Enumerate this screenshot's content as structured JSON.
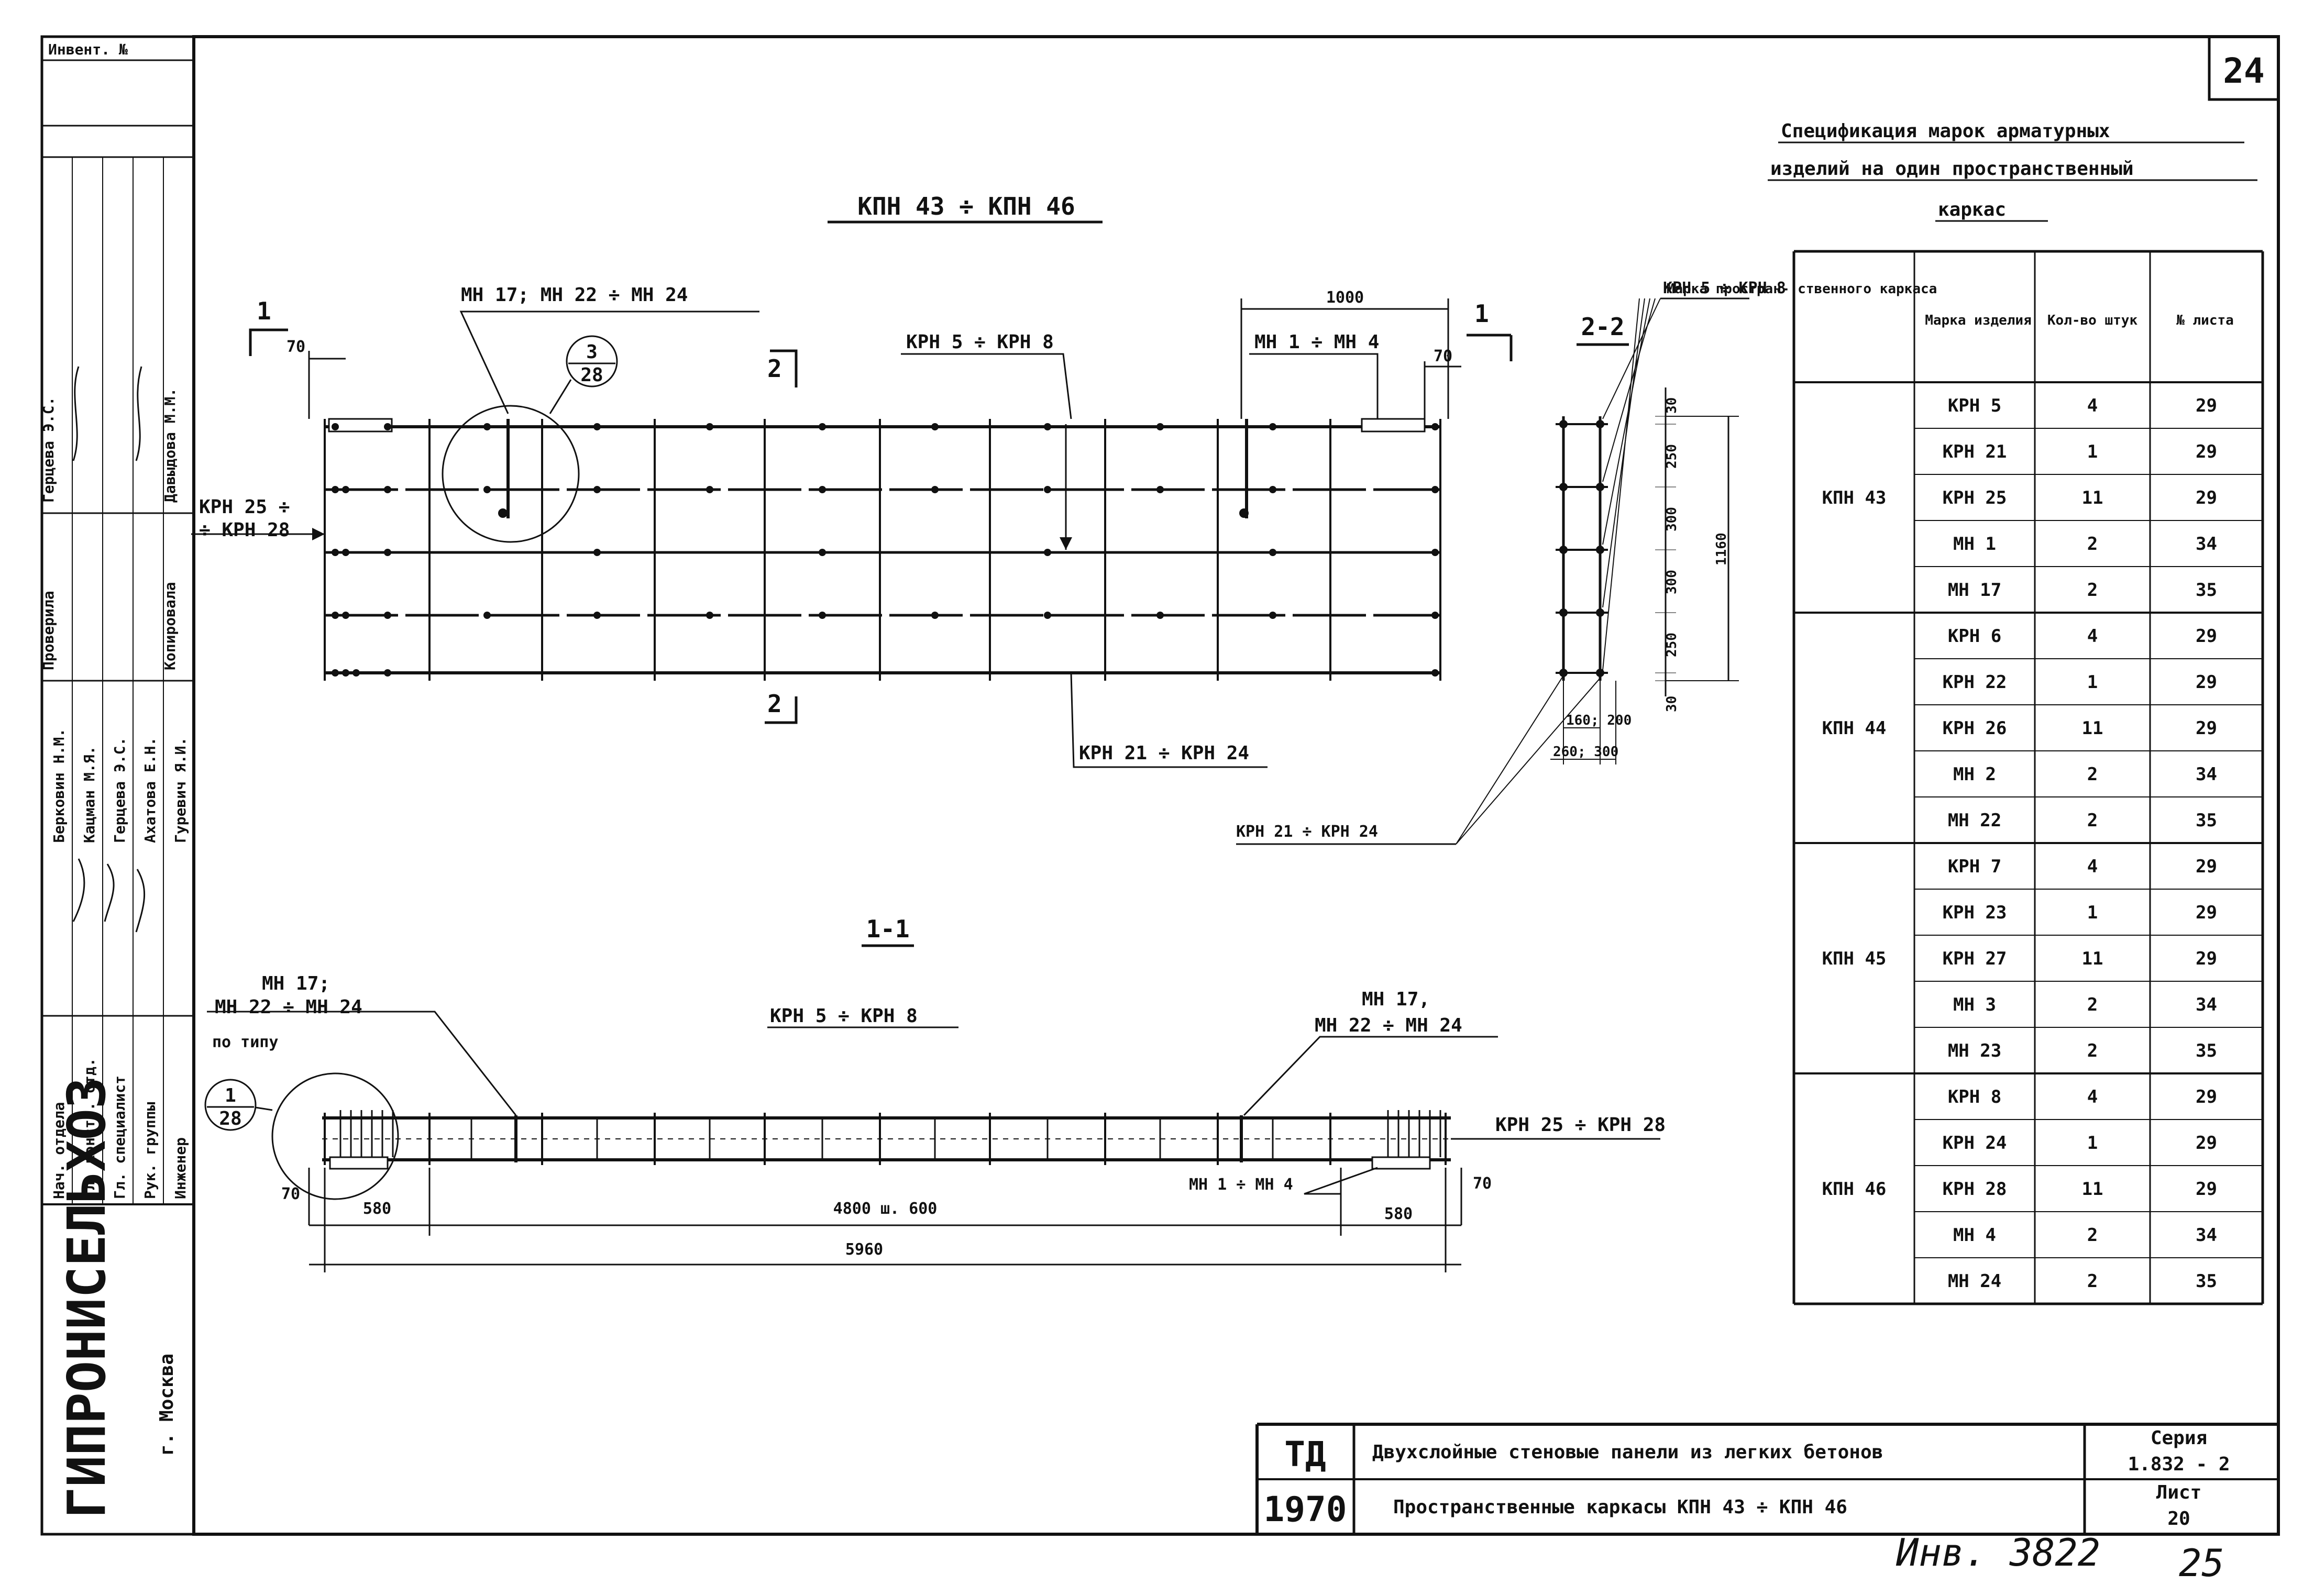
{
  "sheet_number": "24",
  "spec_table": {
    "title_lines": [
      "Спецификация марок арматурных",
      "изделий на один пространственный",
      "каркас"
    ],
    "headers": [
      "Марка простран- ственного каркаса",
      "Марка изделия",
      "Кол-во штук",
      "№ листа"
    ],
    "groups": [
      {
        "frame": "КПН 43",
        "rows": [
          [
            "КРН 5",
            "4",
            "29"
          ],
          [
            "КРН 21",
            "1",
            "29"
          ],
          [
            "КРН 25",
            "11",
            "29"
          ],
          [
            "МН 1",
            "2",
            "34"
          ],
          [
            "МН 17",
            "2",
            "35"
          ]
        ]
      },
      {
        "frame": "КПН 44",
        "rows": [
          [
            "КРН 6",
            "4",
            "29"
          ],
          [
            "КРН 22",
            "1",
            "29"
          ],
          [
            "КРН 26",
            "11",
            "29"
          ],
          [
            "МН 2",
            "2",
            "34"
          ],
          [
            "МН 22",
            "2",
            "35"
          ]
        ]
      },
      {
        "frame": "КПН 45",
        "rows": [
          [
            "КРН 7",
            "4",
            "29"
          ],
          [
            "КРН 23",
            "1",
            "29"
          ],
          [
            "КРН 27",
            "11",
            "29"
          ],
          [
            "МН 3",
            "2",
            "34"
          ],
          [
            "МН 23",
            "2",
            "35"
          ]
        ]
      },
      {
        "frame": "КПН 46",
        "rows": [
          [
            "КРН 8",
            "4",
            "29"
          ],
          [
            "КРН 24",
            "1",
            "29"
          ],
          [
            "КРН 28",
            "11",
            "29"
          ],
          [
            "МН 4",
            "2",
            "34"
          ],
          [
            "МН 24",
            "2",
            "35"
          ]
        ]
      }
    ]
  },
  "plan_view": {
    "title": "КПН 43 ÷ КПН 46",
    "label_mn17": "МН 17; МН 22 ÷ МН 24",
    "label_krn5": "КРН 5 ÷ КРН 8",
    "label_mn1": "МН 1 ÷ МН 4",
    "label_krn25_a": "КРН 25 ÷",
    "label_krn25_b": "÷ КРН 28",
    "label_krn21": "КРН 21 ÷ КРН 24",
    "dim_1000": "1000",
    "dim_70": "70",
    "cut_1": "1",
    "cut_2": "2",
    "callout_num": "3",
    "callout_den": "28"
  },
  "section_22": {
    "title": "2-2",
    "label_krn5": "КРН 5 ÷ КРН 8",
    "label_krn21": "КРН 21 ÷ КРН 24",
    "dims_vertical": [
      "30",
      "250",
      "300",
      "300",
      "250",
      "30"
    ],
    "dim_total": "1160",
    "dim_w1": "160; 200",
    "dim_w2": "260; 300"
  },
  "section_11": {
    "title": "1-1",
    "label_krn5": "КРН 5 ÷ КРН 8",
    "label_left_a": "МН 17;",
    "label_left_b": "МН 22 ÷ МН 24",
    "label_left_c": "по типу",
    "label_right_a": "МН 17,",
    "label_right_b": "МН 22 ÷ МН 24",
    "label_krn25": "КРН 25 ÷ КРН 28",
    "label_mn1": "МН 1 ÷ МН 4",
    "callout_num": "1",
    "callout_den": "28",
    "dim_70": "70",
    "dim_580": "580",
    "dim_mid": "4800  ш. 600",
    "dim_total": "5960"
  },
  "side_stamp": {
    "inv": "Инвент. №",
    "roles": [
      "Нач. отдела",
      "Гл. констр. отд.",
      "Гл. специалист",
      "Рук. группы",
      "Инженер"
    ],
    "names": [
      "Берковин Н.М.",
      "Кацман М.Я.",
      "Герцева Э.С.",
      "Ахатова Е.Н.",
      "Гуревич Я.И."
    ],
    "checked": "Проверила",
    "checked_name": "Герцева Э.С.",
    "copied": "Копировала",
    "copied_name": "Давыдова М.М.",
    "org": "ГИПРОНИСЕЛЬХОЗ",
    "city": "г. Москва"
  },
  "title_block": {
    "td": "ТД",
    "year": "1970",
    "line1": "Двухслойные стеновые панели из легких бетонов",
    "line2": "Пространственные каркасы  КПН 43 ÷ КПН 46",
    "series_label": "Серия",
    "series_value": "1.832 - 2",
    "sheet_label": "Лист",
    "sheet_value": "20"
  },
  "handwritten": {
    "inv_number": "Инв. 3822",
    "page": "25"
  }
}
